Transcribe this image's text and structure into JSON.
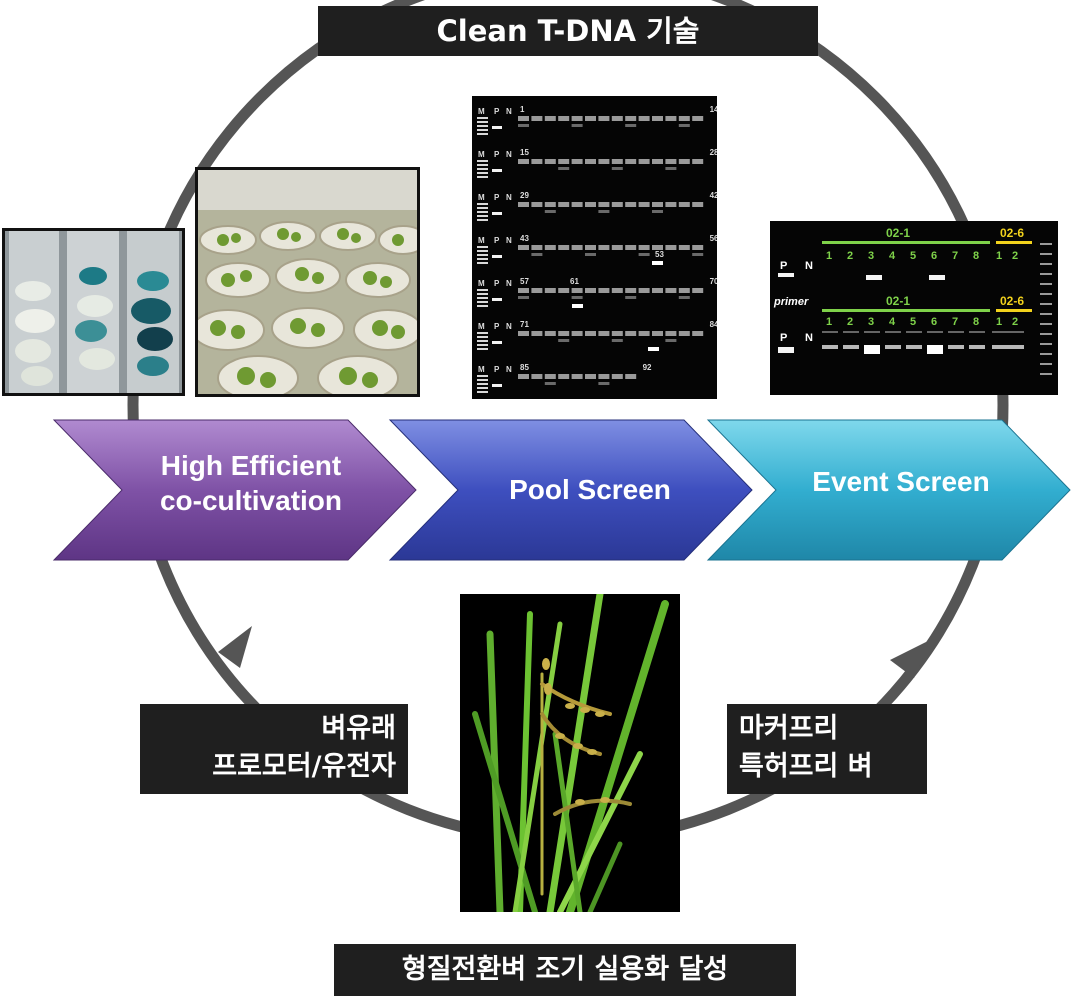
{
  "title": "Clean T-DNA 기술",
  "steps": [
    {
      "line1": "High Efficient",
      "line2": "co-cultivation",
      "color": "#7a4a9e"
    },
    {
      "line1": "Pool Screen",
      "color": "#3b4db8"
    },
    {
      "line1": "Event Screen",
      "color": "#2ea9c9"
    }
  ],
  "left_label": {
    "line1": "벼유래",
    "line2": "프로모터/유전자"
  },
  "right_label": {
    "line1": "마커프리",
    "line2": "특허프리 벼"
  },
  "bottom_label": "형질전환벼 조기 실용화 달성",
  "pool_gel": {
    "rows": [
      {
        "m": "M",
        "p": "P",
        "n": "N",
        "start": "1",
        "end": "14"
      },
      {
        "m": "M",
        "p": "P",
        "n": "N",
        "start": "15",
        "end": "28"
      },
      {
        "m": "M",
        "p": "P",
        "n": "N",
        "start": "29",
        "end": "42"
      },
      {
        "m": "M",
        "p": "P",
        "n": "N",
        "start": "43",
        "end": "56"
      },
      {
        "m": "M",
        "p": "P",
        "n": "N",
        "start": "57",
        "end": "70"
      },
      {
        "m": "M",
        "p": "P",
        "n": "N",
        "start": "71",
        "end": "84"
      },
      {
        "m": "M",
        "p": "P",
        "n": "N",
        "start": "85",
        "end": "92"
      }
    ],
    "inner_labels": [
      "61",
      "53"
    ]
  },
  "event_gel": {
    "group_a": "02-1",
    "group_b": "02-6",
    "lanes_a": [
      "1",
      "2",
      "3",
      "4",
      "5",
      "6",
      "7",
      "8"
    ],
    "lanes_b": [
      "1",
      "2"
    ],
    "p_label": "P",
    "n_label": "N",
    "primer_label": "primer"
  },
  "icons": [
    "cycle-arrow-icon"
  ],
  "colors": {
    "ring": "#555555",
    "label_bg": "#1f1f1f",
    "gel_band": "#e6e6e6",
    "green_bar": "#7fd24a",
    "yellow_bar": "#f2d21c"
  }
}
